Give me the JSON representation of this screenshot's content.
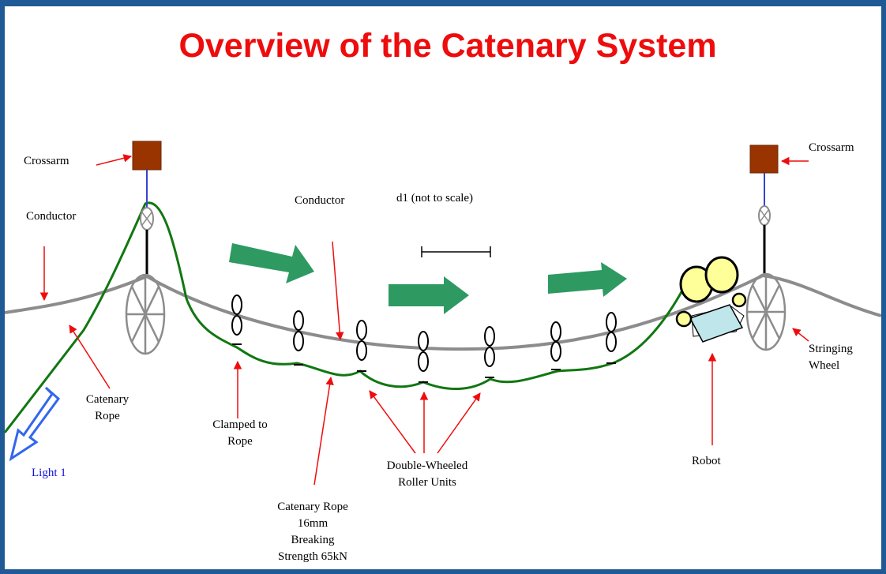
{
  "title": "Overview of the Catenary System",
  "labels": {
    "crossarm_left": "Crossarm",
    "crossarm_right": "Crossarm",
    "conductor_left": "Conductor",
    "conductor_mid": "Conductor",
    "d1": "d1 (not to scale)",
    "catenary_rope": [
      "Catenary",
      "Rope"
    ],
    "clamped": [
      "Clamped to",
      "Rope"
    ],
    "rope_spec": [
      "Catenary Rope",
      "16mm",
      "Breaking",
      "Strength 65kN"
    ],
    "roller_units": [
      "Double-Wheeled",
      "Roller Units"
    ],
    "robot": "Robot",
    "stringing_wheel": [
      "Stringing",
      "Wheel"
    ],
    "light": "Light 1"
  },
  "colors": {
    "title": "#ee0c0c",
    "frame": "#1f5a96",
    "conductor": "#8c8c8c",
    "catenary_rope": "#117711",
    "pointer_arrow": "#ee0c0c",
    "direction_arrow": "#2e9a62",
    "crossarm": "#993300",
    "robot_wheel": "#ffff99",
    "robot_body": "#bfe6ea",
    "light_arrow": "#3366ee"
  }
}
